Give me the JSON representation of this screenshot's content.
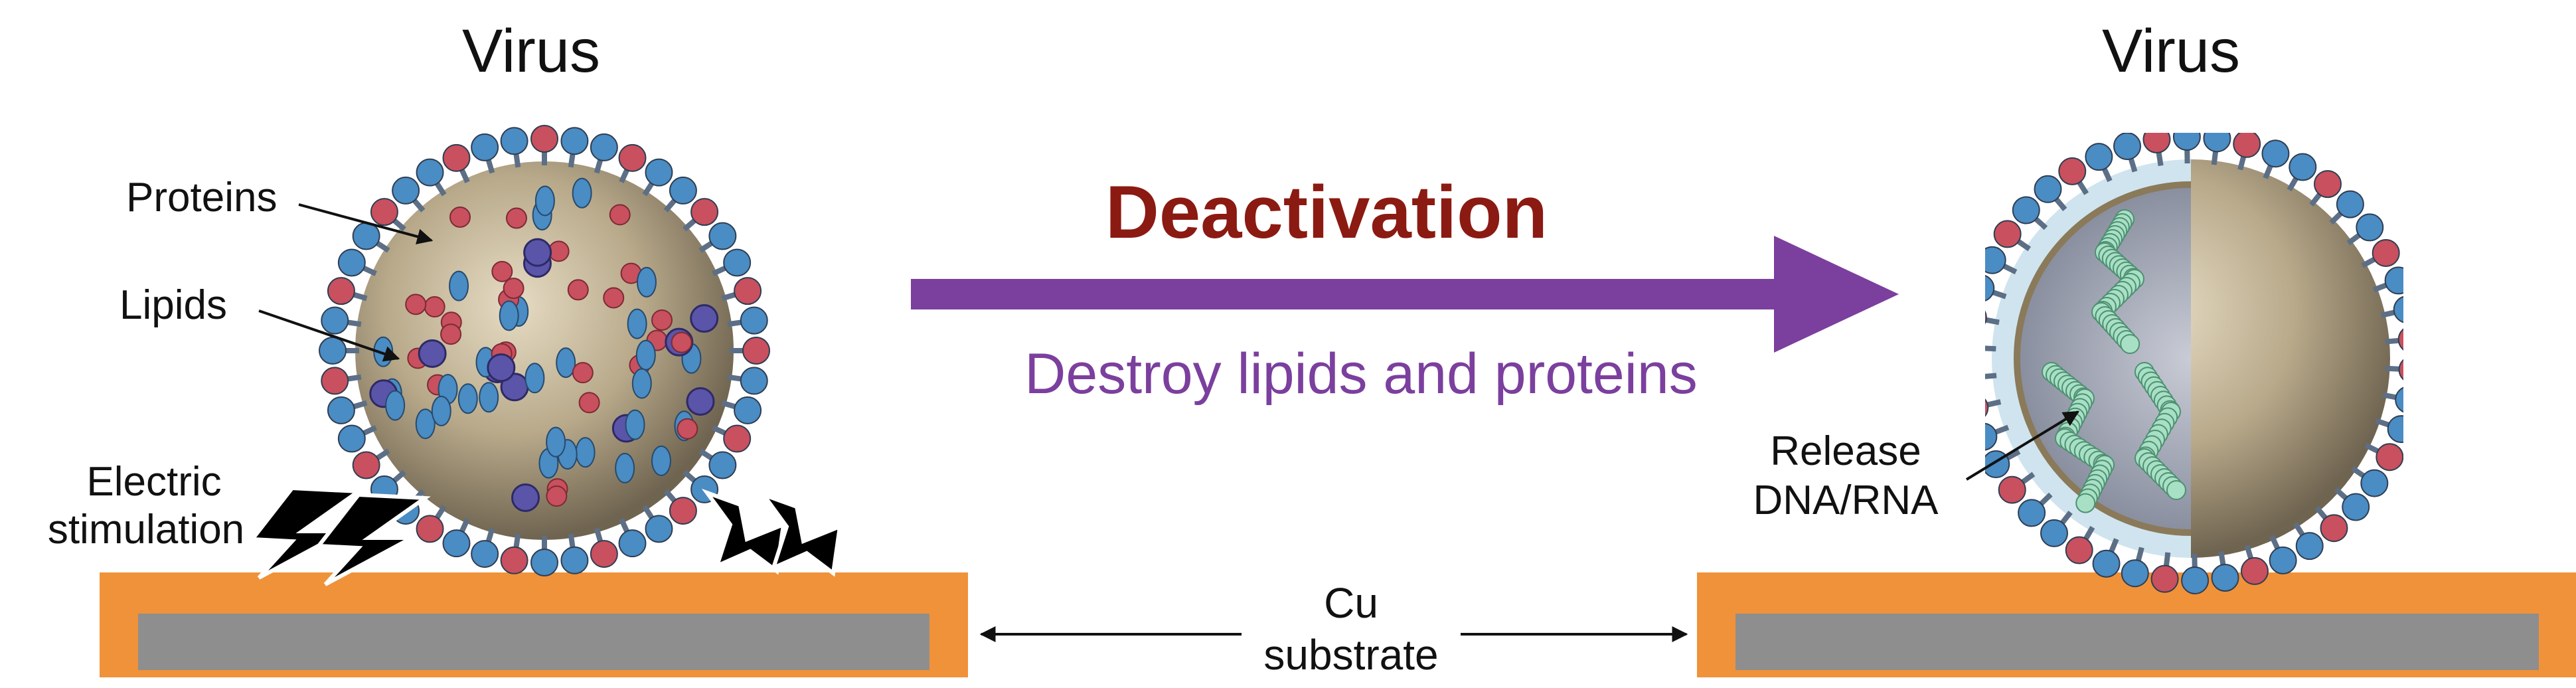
{
  "left": {
    "title": "Virus",
    "labels": {
      "proteins": "Proteins",
      "lipids": "Lipids",
      "stim_line1": "Electric",
      "stim_line2": "stimulation"
    }
  },
  "right": {
    "title": "Virus",
    "release_line1": "Release",
    "release_line2": "DNA/RNA"
  },
  "center": {
    "heading": "Deactivation",
    "subheading": "Destroy lipids and proteins",
    "substrate_line1": "Cu",
    "substrate_line2": "substrate"
  },
  "colors": {
    "arrow": "#7b3f9e",
    "heading": "#8b1a12",
    "substrate_frame": "#f0923a",
    "substrate_core": "#8e8e8e",
    "protein_red": "#c9505e",
    "protein_blue": "#4a8cc4",
    "capsid": "#b8a98a"
  },
  "icons": [
    "lightning-bolt-icon",
    "virus-particle-icon",
    "virus-cutaway-icon"
  ]
}
